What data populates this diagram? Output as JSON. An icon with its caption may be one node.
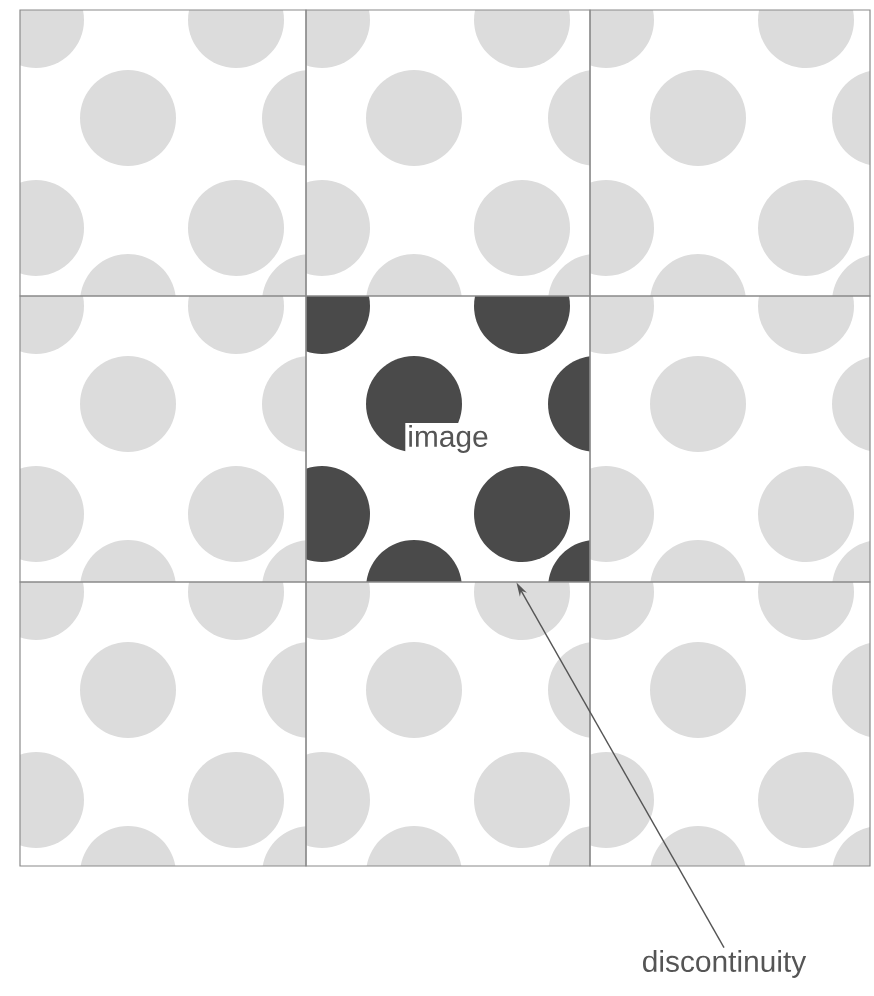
{
  "diagram": {
    "nodes": [
      {
        "text": [
          "image"
        ]
      },
      {
        "text": [
          "discontinuity"
        ]
      }
    ],
    "edges": [
      {
        "from": 1,
        "to": 0,
        "arrow": "to"
      }
    ]
  }
}
